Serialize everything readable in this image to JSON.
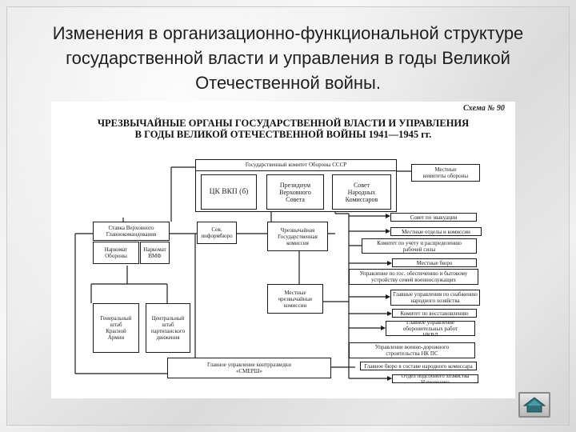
{
  "slide": {
    "title": "Изменения в организационно-функциональной структуре государственной власти и управления в годы Великой Отечественной войны."
  },
  "scheme": {
    "number": "Схема № 90",
    "heading": "ЧРЕЗВЫЧАЙНЫЕ ОРГАНЫ ГОСУДАРСТВЕННОЙ ВЛАСТИ И УПРАВЛЕНИЯ\nВ ГОДЫ ВЕЛИКОЙ ОТЕЧЕСТВЕННОЙ ВОЙНЫ 1941—1945 гг.",
    "gko": "Государственный комитет Обороны СССР",
    "ck": "ЦК ВКП (б)",
    "presidium": "Президиум\nВерховного\nСовета",
    "sovnarkom": "Совет\nНародных\nКомиссаров",
    "local_committees": "Местные\nкомитеты обороны",
    "stavka": "Ставка Верховного\nГлавнокомандования",
    "narkom_oborony": "Наркомат\nОбороны",
    "narkom_vmf": "Наркомат\nВМФ",
    "sov_informburo": "Сов.\nинформбюро",
    "extraordinary_commission": "Чрезвычайная\nГосударственная\nкомиссия",
    "local_extra_commissions": "Местные\nчрезвычайные\nкомиссии",
    "general_staff": "Генеральный\nштаб\nКрасной\nАрмии",
    "partisan_staff": "Центральный\nштаб\nпартизанского\nдвижения",
    "smersh": "Главное управление контрразведки\n«СМЕРШ»",
    "right_items": [
      "Совет по эвакуации",
      "Местные отделы и комиссии",
      "Комитет по учету и распределению\nрабочей силы",
      "Местные бюро",
      "Управление по гос. обеспечению и бытовому\nустройству семей военнослужащих",
      "Главные управления по снабжению\nнародного хозяйства",
      "Комитет по восстановлению",
      "Главное управление оборонительных работ\nНКВД",
      "Управление военно-дорожного\nстроительства НК ПС",
      "Главное бюро в составе народного комиссара",
      "Отдел подсобного хозяйства Наркомзема"
    ]
  }
}
